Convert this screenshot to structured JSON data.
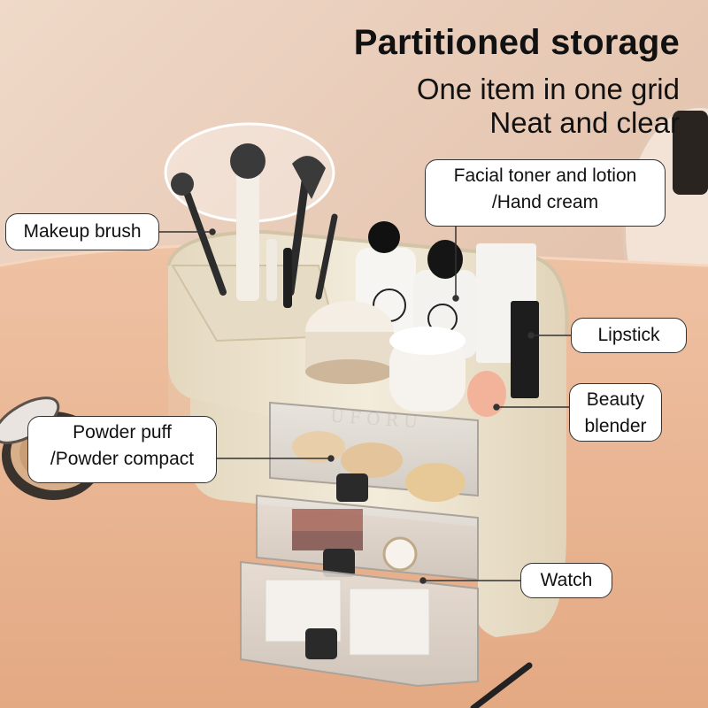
{
  "headline": {
    "title": "Partitioned storage",
    "subtitle_1": "One item in one grid",
    "subtitle_2": "Neat and clear"
  },
  "callouts": {
    "makeup_brush": "Makeup brush",
    "toner_line_1": "Facial toner and lotion",
    "toner_line_2": "/Hand cream",
    "lipstick": "Lipstick",
    "blender_line_1": "Beauty",
    "blender_line_2": "blender",
    "puff_line_1": "Powder puff",
    "puff_line_2": "/Powder compact",
    "watch": "Watch"
  },
  "product": {
    "brand": "UFORU"
  },
  "colors": {
    "wall": "#e4c4ae",
    "table": "#e9b596",
    "organizer": "#efe6d2",
    "drawer": "#d8d2ca",
    "callout_border": "#333333"
  }
}
